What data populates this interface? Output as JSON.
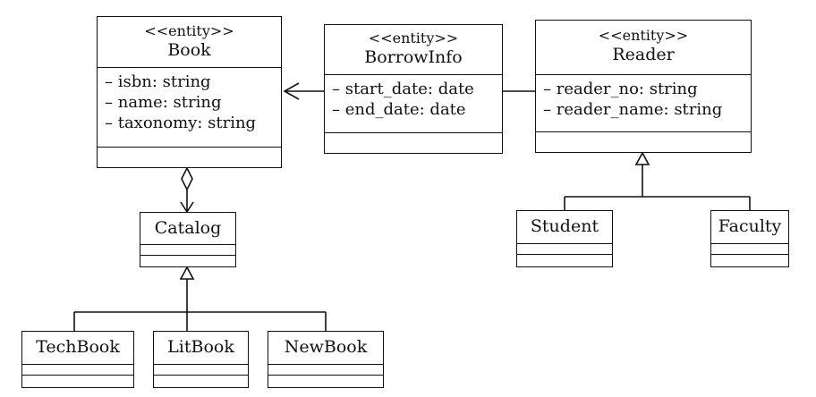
{
  "classes": {
    "book": {
      "stereotype": "<<entity>>",
      "name": "Book",
      "attributes": [
        "– isbn: string",
        "– name: string",
        "– taxonomy: string"
      ]
    },
    "borrowinfo": {
      "stereotype": "<<entity>>",
      "name": "BorrowInfo",
      "attributes": [
        "– start_date: date",
        "– end_date: date"
      ]
    },
    "reader": {
      "stereotype": "<<entity>>",
      "name": "Reader",
      "attributes": [
        "– reader_no: string",
        "– reader_name: string"
      ]
    },
    "catalog": {
      "name": "Catalog"
    },
    "student": {
      "name": "Student"
    },
    "faculty": {
      "name": "Faculty"
    },
    "techbook": {
      "name": "TechBook"
    },
    "litbook": {
      "name": "LitBook"
    },
    "newbook": {
      "name": "NewBook"
    }
  },
  "relationships": [
    {
      "type": "association",
      "from": "BorrowInfo",
      "to": "Book",
      "navigable_end": "Book"
    },
    {
      "type": "association",
      "from": "BorrowInfo",
      "to": "Reader"
    },
    {
      "type": "aggregation",
      "whole": "Book",
      "part": "Catalog"
    },
    {
      "type": "generalization",
      "parent": "Reader",
      "children": [
        "Student",
        "Faculty"
      ]
    },
    {
      "type": "generalization",
      "parent": "Catalog",
      "children": [
        "TechBook",
        "LitBook",
        "NewBook"
      ]
    }
  ]
}
